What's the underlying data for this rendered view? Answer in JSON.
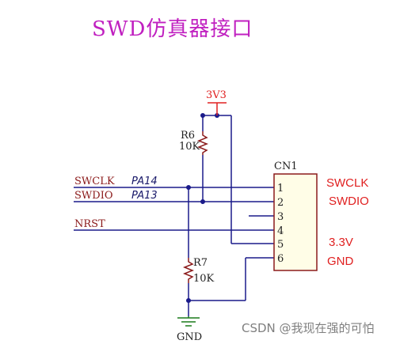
{
  "title": "SWD仿真器接口",
  "power": {
    "label": "3V3"
  },
  "resistors": [
    {
      "ref": "R6",
      "value": "10K"
    },
    {
      "ref": "R7",
      "value": "10K"
    }
  ],
  "connector": {
    "ref": "CN1",
    "pins": [
      "1",
      "2",
      "3",
      "4",
      "5",
      "6"
    ]
  },
  "signals": [
    {
      "name": "SWCLK",
      "pin": "PA14"
    },
    {
      "name": "SWDIO",
      "pin": "PA13"
    },
    {
      "name": "NRST",
      "pin": ""
    }
  ],
  "pin_notes": [
    "SWCLK",
    "SWDIO",
    "3.3V",
    "GND"
  ],
  "ground": {
    "label": "GND"
  },
  "watermark": "CSDN @我现在强的可怕",
  "colors": {
    "title": "#c020c0",
    "wire": "#1a1a8a",
    "net_label": "#8b1a1a",
    "power": "#e02020",
    "ground": "#1a7a1a",
    "note": "#e02020"
  }
}
